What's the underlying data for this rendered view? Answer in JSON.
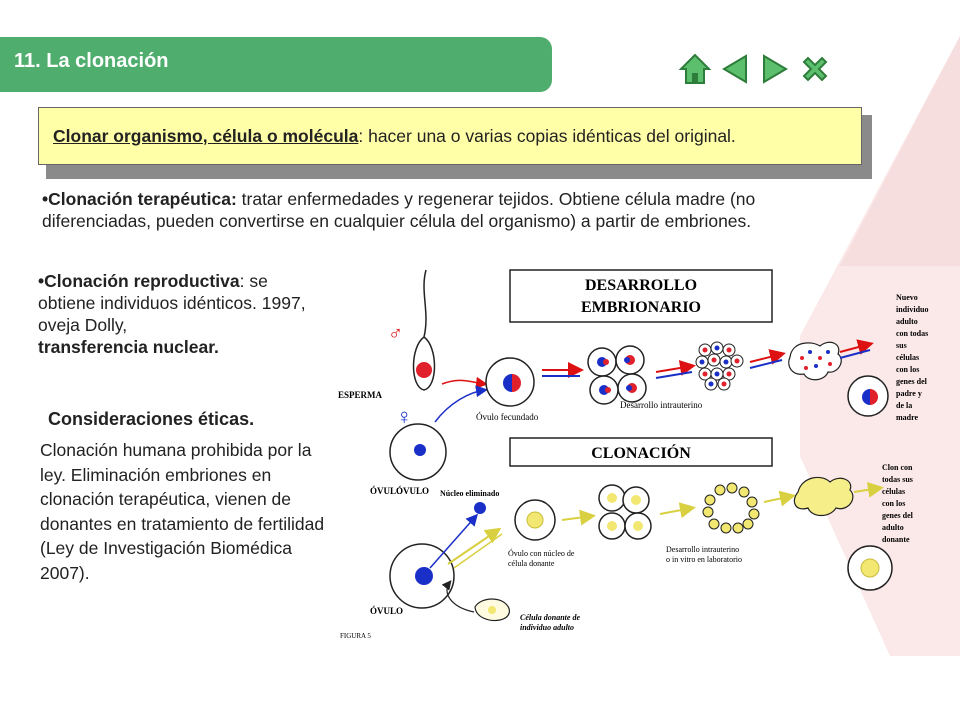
{
  "header": {
    "title": "11. La clonación"
  },
  "nav": {
    "icons": [
      "home-icon",
      "prev-icon",
      "next-icon",
      "close-icon"
    ],
    "color": "#3d9a4f"
  },
  "definition": {
    "term": "Clonar organismo, célula o molécula",
    "rest": ": hacer una o varias copias idénticas del original."
  },
  "terapeutica": {
    "label": "•Clonación terapéutica:",
    "text": " tratar enfermedades y regenerar tejidos. Obtiene célula madre (no diferenciadas, pueden convertirse en cualquier célula del organismo) a partir de embriones."
  },
  "reproductiva": {
    "label": "•Clonación reproductiva",
    "colon": ":",
    "text": " se obtiene individuos idénticos. 1997, oveja Dolly,",
    "bold": "transferencia nuclear."
  },
  "eticas": {
    "title": "Consideraciones éticas.",
    "text": "Clonación humana prohibida por la ley. Eliminación embriones en clonación terapéutica, vienen de donantes en tratamiento de fertilidad (Ley de Investigación Biomédica 2007)."
  },
  "figure": {
    "box_top": "DESARROLLO EMBRIONARIO",
    "box_top_l1": "DESARROLLO",
    "box_top_l2": "EMBRIONARIO",
    "box_bottom": "CLONACIÓN",
    "male_symbol": "♂",
    "female_symbol": "♀",
    "esperma": "ESPERMA",
    "ovulo_top": "ÓVULO",
    "ovulo_fecundado": "Óvulo fecundado",
    "desarrollo_intrauterino": "Desarrollo intrauterino",
    "nuevo_individuo": [
      "Nuevo",
      "individuo",
      "adulto",
      "con todas",
      "sus",
      "células",
      "con los",
      "genes del",
      "padre y",
      "de la",
      "madre"
    ],
    "ovulo_bottom": "ÓVULO",
    "nucleo_eliminado": "Núcleo eliminado",
    "ovulo_nucleo": [
      "Óvulo con núcleo de",
      "célula donante"
    ],
    "desarrollo_lab": [
      "Desarrollo intrauterino",
      "o in vitro en laboratorio"
    ],
    "celula_donante": [
      "Célula donante de",
      "individuo adulto"
    ],
    "clon": [
      "Clon con",
      "todas sus",
      "células",
      "con los",
      "genes del",
      "adulto",
      "donante"
    ],
    "figura": "FIGURA 5"
  }
}
